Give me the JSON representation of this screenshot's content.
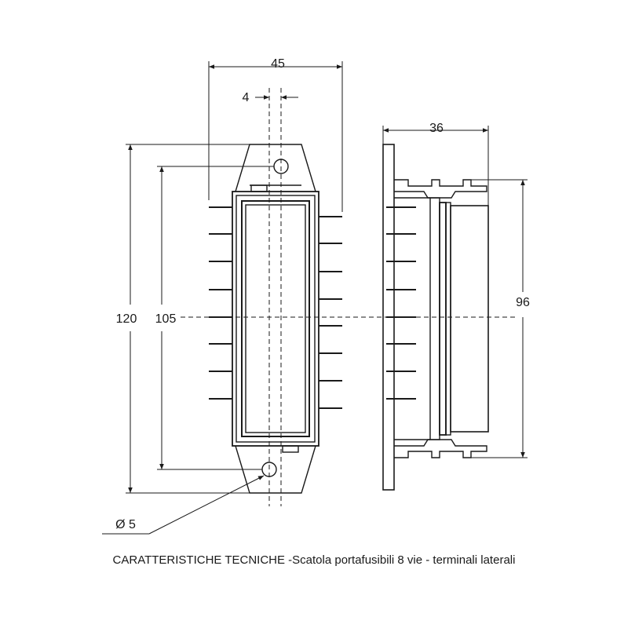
{
  "dimensions": {
    "width_total": "45",
    "hole_offset": "4",
    "depth": "36",
    "height_total": "120",
    "hole_spacing": "105",
    "body_height": "96",
    "hole_diameter": "Ø 5"
  },
  "caption": "CARATTERISTICHE TECNICHE -Scatola portafusibili 8 vie - terminali laterali",
  "drawing": {
    "terminals_per_side": 8,
    "line_color": "#1a1a1a"
  }
}
